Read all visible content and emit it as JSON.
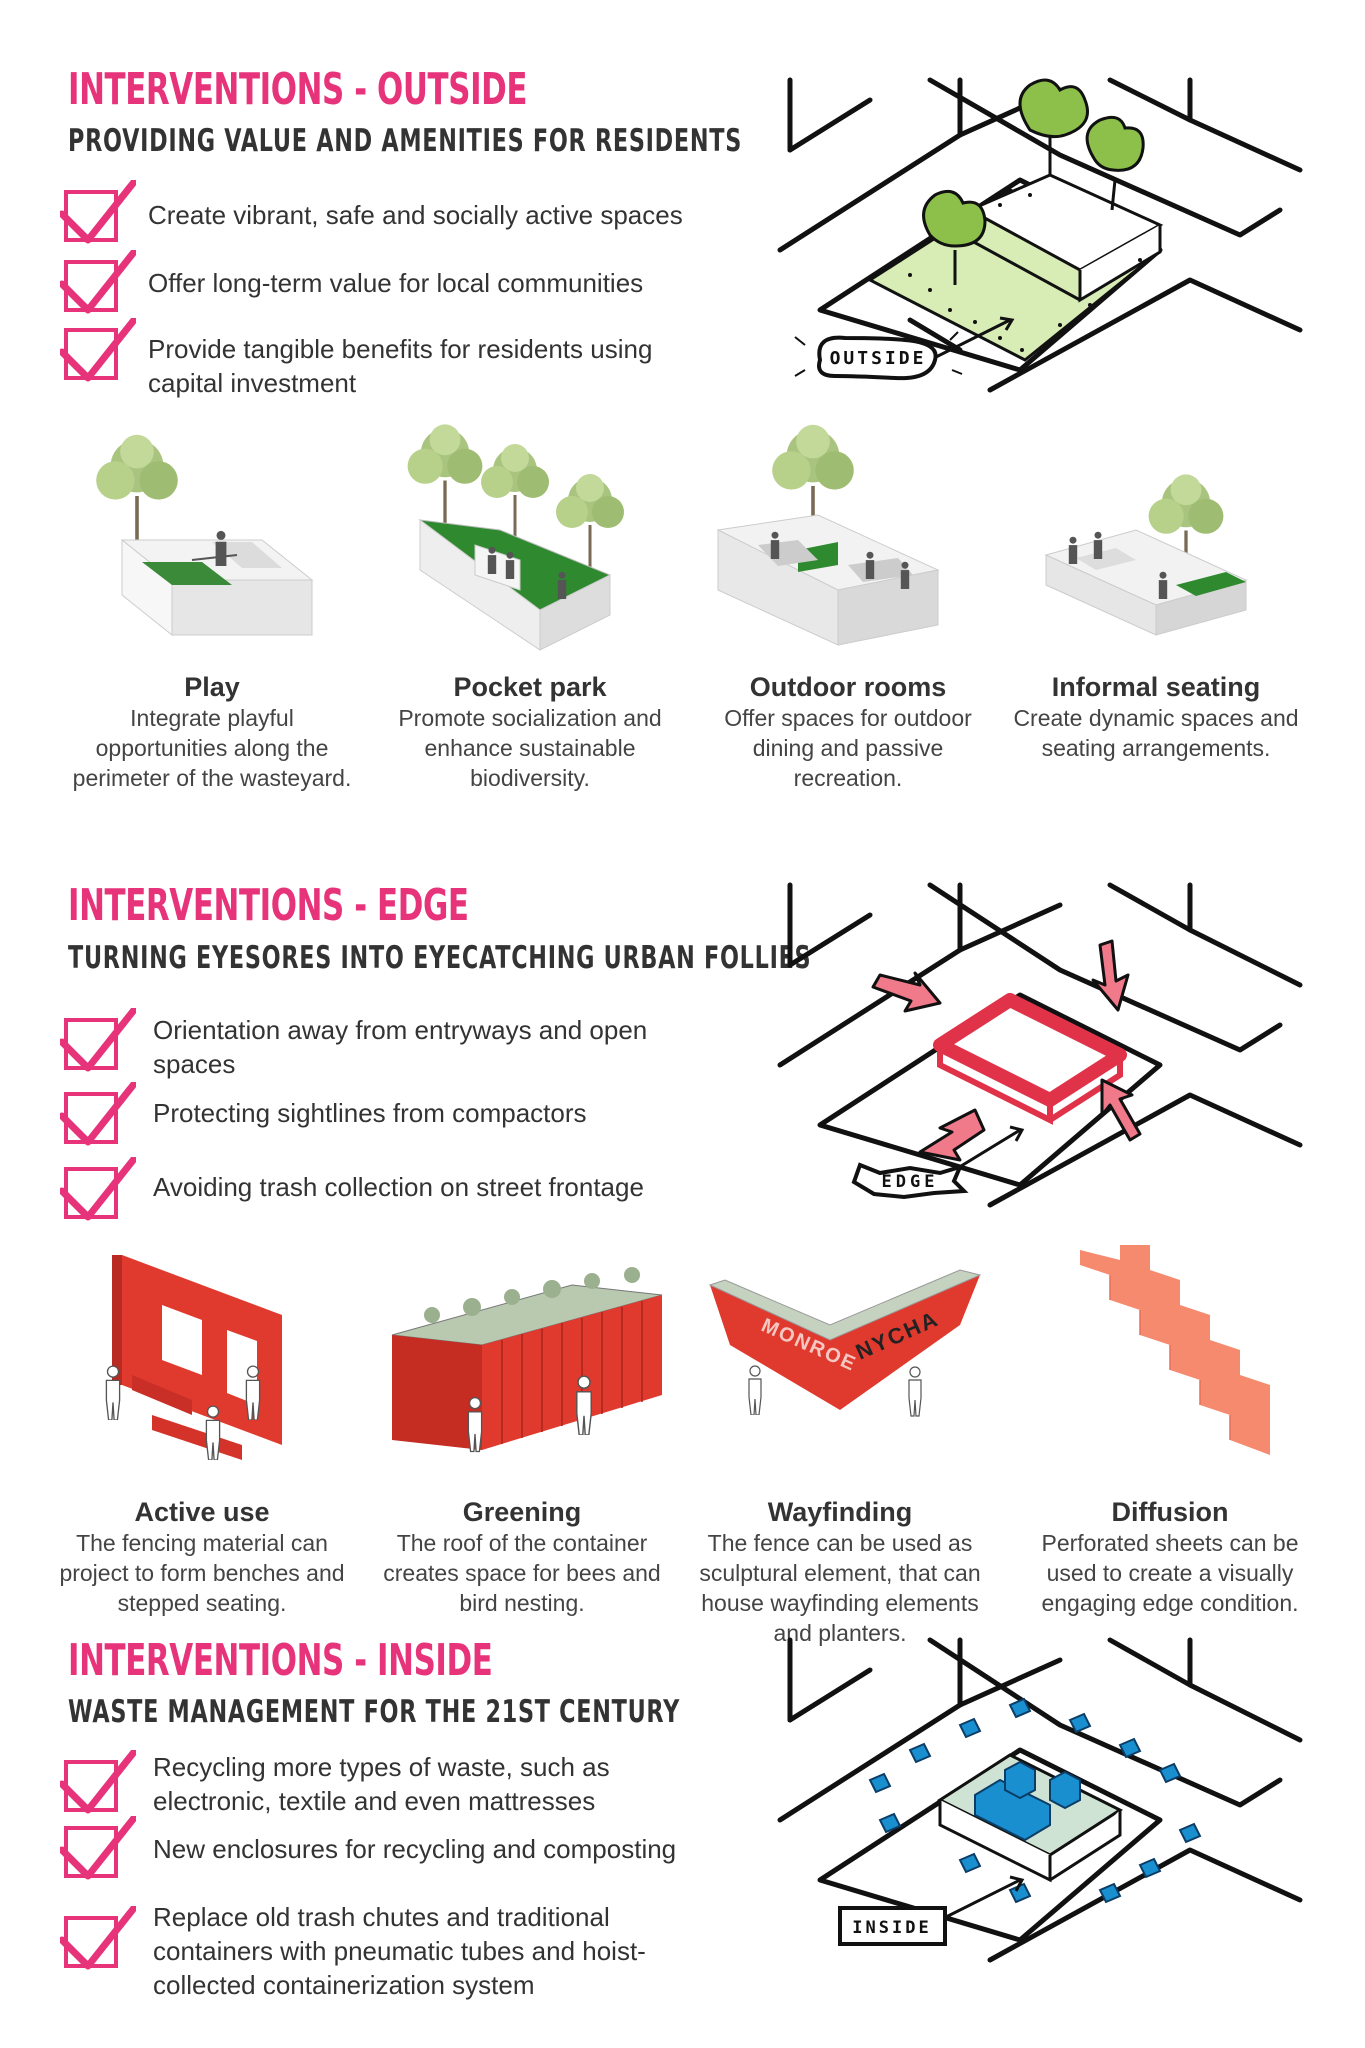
{
  "outside": {
    "title": "INTERVENTIONS - OUTSIDE",
    "subtitle": "PROVIDING VALUE AND AMENITIES FOR RESIDENTS",
    "checks": [
      "Create vibrant, safe and socially active spaces",
      "Offer long-term value for local communities",
      "Provide tangible benefits for residents using capital investment"
    ],
    "diagram_label": "OUTSIDE",
    "cards": [
      {
        "title": "Play",
        "text": "Integrate playful opportunities along the perimeter of the wasteyard."
      },
      {
        "title": "Pocket park",
        "text": "Promote socialization and enhance sustainable biodiversity."
      },
      {
        "title": "Outdoor rooms",
        "text": "Offer spaces for outdoor dining and passive recreation."
      },
      {
        "title": "Informal seating",
        "text": "Create dynamic spaces and seating arrangements."
      }
    ]
  },
  "edge": {
    "title": "INTERVENTIONS - EDGE",
    "subtitle": "TURNING EYESORES INTO EYECATCHING URBAN FOLLIES",
    "checks": [
      "Orientation away from entryways and open spaces",
      "Protecting sightlines from compactors",
      "Avoiding trash collection on street frontage"
    ],
    "diagram_label": "EDGE",
    "cards": [
      {
        "title": "Active use",
        "text": "The fencing material can project to form benches and stepped seating."
      },
      {
        "title": "Greening",
        "text": "The roof of the container creates space for bees and bird nesting."
      },
      {
        "title": "Wayfinding",
        "text": "The fence can be used as sculptural element, that can house wayfinding elements and planters."
      },
      {
        "title": "Diffusion",
        "text": "Perforated sheets can be used to create a visually engaging edge condition."
      }
    ],
    "wayfinding_sign": [
      "MONROE",
      "NYCHA"
    ]
  },
  "inside": {
    "title": "INTERVENTIONS - INSIDE",
    "subtitle": "WASTE MANAGEMENT FOR THE 21ST CENTURY",
    "checks": [
      "Recycling more types of waste, such as electronic, textile and even mattresses",
      "New enclosures for recycling and composting",
      "Replace old trash chutes and traditional containers with pneumatic tubes and hoist-collected containerization system"
    ],
    "diagram_label": "INSIDE"
  },
  "colors": {
    "accent": "#e6337a",
    "green": "#3a8a3a",
    "light_green": "#d8ecb5",
    "red": "#e03a2f",
    "salmon": "#f58a6f",
    "blue": "#1a8fd0"
  }
}
